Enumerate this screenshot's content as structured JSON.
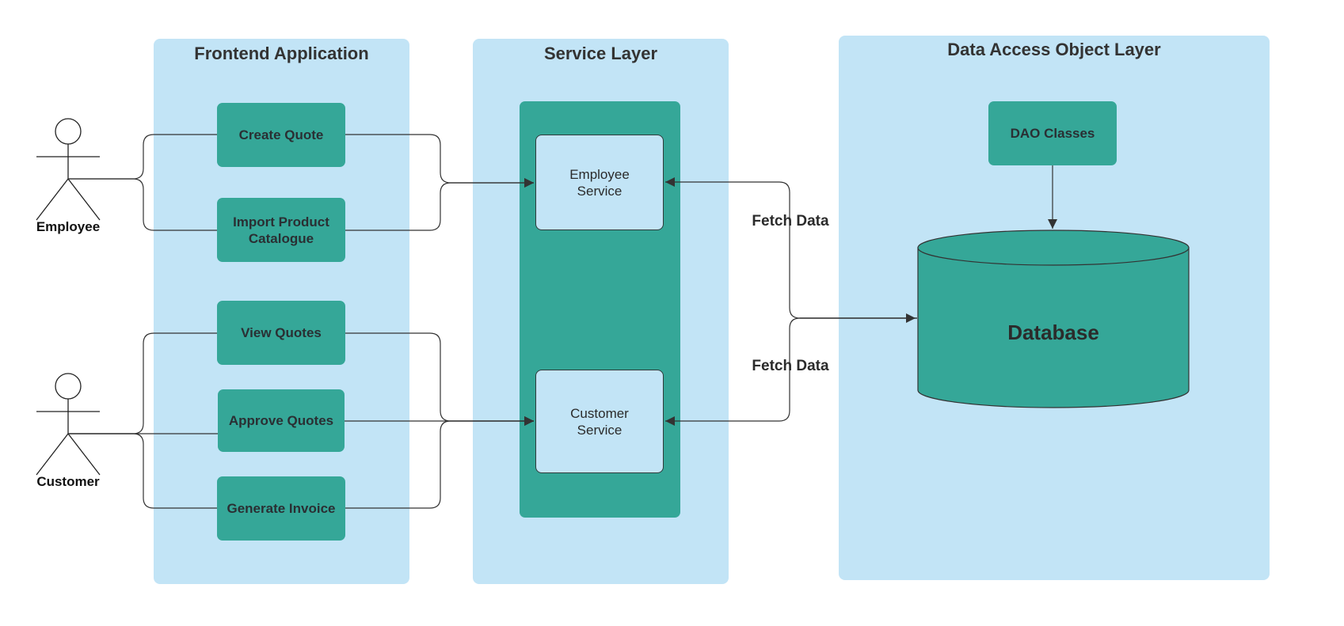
{
  "lanes": {
    "frontend": {
      "title": "Frontend Application"
    },
    "service": {
      "title": "Service Layer"
    },
    "dao": {
      "title": "Data Access Object Layer"
    }
  },
  "actors": {
    "employee": {
      "label": "Employee"
    },
    "customer": {
      "label": "Customer"
    }
  },
  "frontend_actions": {
    "create_quote": "Create Quote",
    "import_catalogue": "Import Product Catalogue",
    "view_quotes": "View Quotes",
    "approve_quotes": "Approve Quotes",
    "generate_invoice": "Generate Invoice"
  },
  "services": {
    "employee": "Employee Service",
    "customer": "Customer Service"
  },
  "dao": {
    "classes": "DAO Classes",
    "database": "Database"
  },
  "edges": {
    "fetch_upper": "Fetch Data",
    "fetch_lower": "Fetch Data"
  },
  "colors": {
    "lane_fill": "#c2e4f6",
    "node_fill": "#35a798",
    "line": "#333333"
  }
}
